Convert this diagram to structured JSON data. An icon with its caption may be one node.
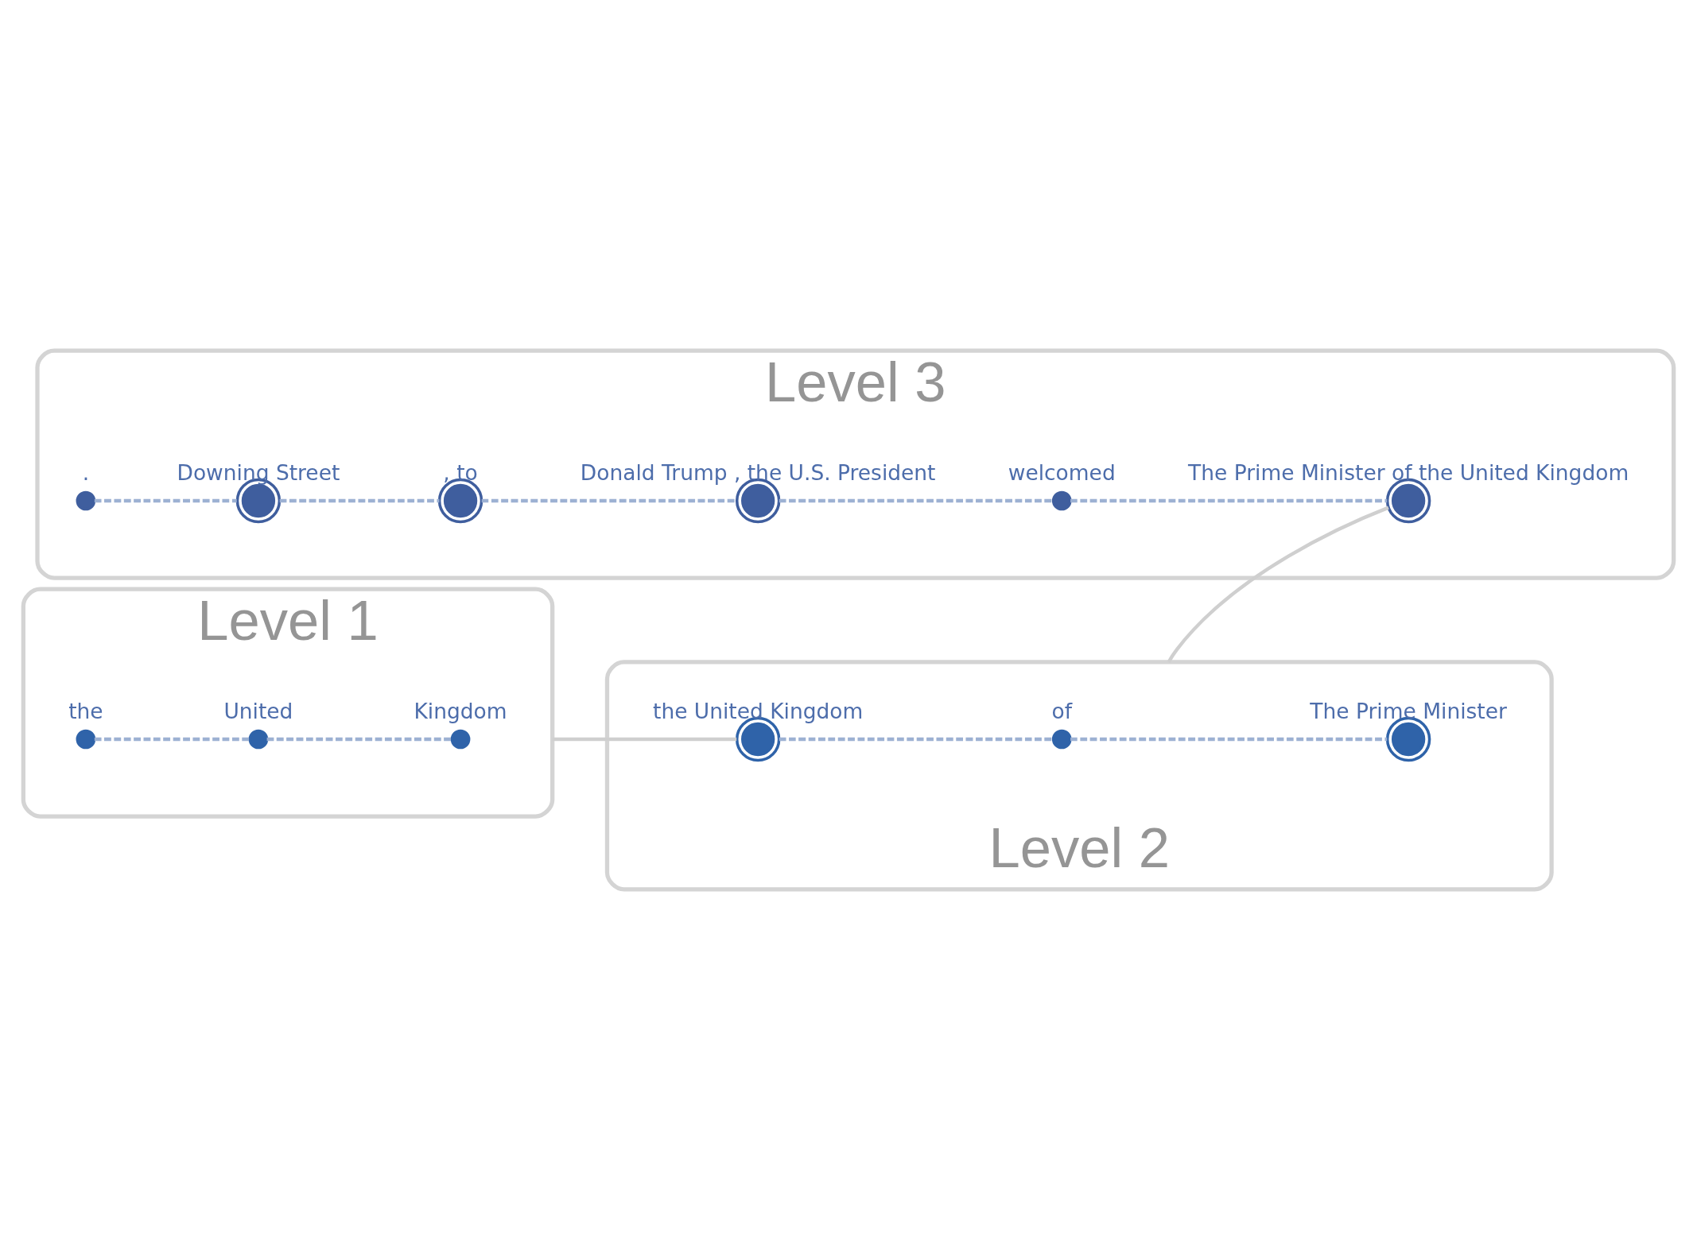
{
  "diagram": {
    "nodes": [
      {
        "text": [
          "Level 1"
        ]
      },
      {
        "text": [
          "the"
        ],
        "in": 0
      },
      {
        "text": [
          "United"
        ],
        "in": 0
      },
      {
        "text": [
          "Kingdom"
        ],
        "in": 0
      },
      {
        "text": [
          "Level 2"
        ]
      },
      {
        "text": [
          "the United Kingdom"
        ],
        "in": 4
      },
      {
        "text": [
          "of"
        ],
        "in": 4
      },
      {
        "text": [
          "The Prime Minister"
        ],
        "in": 4
      },
      {
        "text": [
          "Level 3"
        ]
      },
      {
        "text": [
          "."
        ],
        "in": 8
      },
      {
        "text": [
          "Downing Street"
        ],
        "in": 8
      },
      {
        "text": [
          ", to"
        ],
        "in": 8
      },
      {
        "text": [
          "Donald Trump , the U.S. President"
        ],
        "in": 8
      },
      {
        "text": [
          "welcomed"
        ],
        "in": 8
      },
      {
        "text": [
          "The Prime Minister of the United Kingdom"
        ],
        "in": 8
      }
    ],
    "edges": [
      {
        "from": 1,
        "to": 2,
        "arrow": "none",
        "style": "dashed"
      },
      {
        "from": 2,
        "to": 3,
        "arrow": "none",
        "style": "dashed"
      },
      {
        "from": 0,
        "to": 5,
        "arrow": "none",
        "color": "#cfcfcf"
      },
      {
        "from": 5,
        "to": 6,
        "arrow": "none",
        "style": "dashed"
      },
      {
        "from": 6,
        "to": 7,
        "arrow": "none",
        "style": "dashed"
      },
      {
        "from": 9,
        "to": 10,
        "arrow": "none",
        "style": "dashed"
      },
      {
        "from": 10,
        "to": 11,
        "arrow": "none",
        "style": "dashed"
      },
      {
        "from": 11,
        "to": 12,
        "arrow": "none",
        "style": "dashed"
      },
      {
        "from": 12,
        "to": 13,
        "arrow": "none",
        "style": "dashed"
      },
      {
        "from": 13,
        "to": 14,
        "arrow": "none",
        "style": "dashed"
      },
      {
        "from": 14,
        "to": 4,
        "arrow": "none",
        "color": "#cfcfcf"
      }
    ]
  }
}
